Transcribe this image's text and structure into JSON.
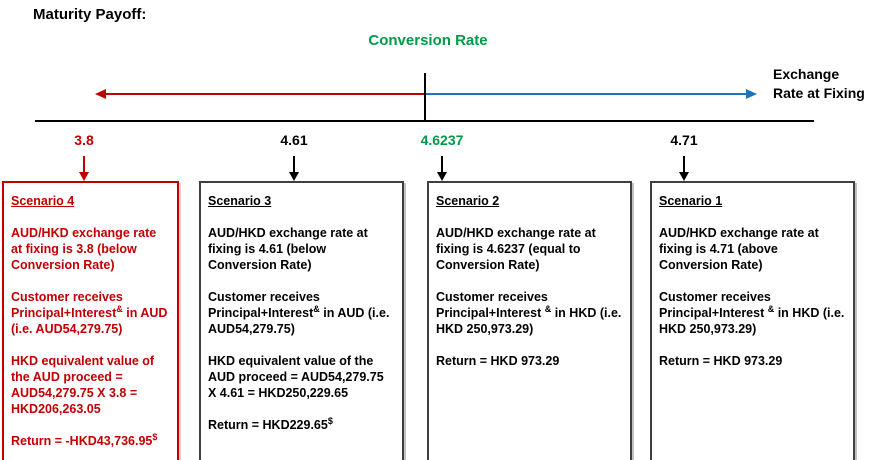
{
  "page": {
    "title": "Maturity Payoff:"
  },
  "colors": {
    "red": "#C00000",
    "green": "#009B48",
    "blue": "#1C75BC",
    "black": "#000000"
  },
  "axis": {
    "conversion_rate_label": "Conversion Rate",
    "exchange_rate_label": "Exchange\nRate at Fixing",
    "ticks": [
      {
        "value": "3.8",
        "color": "red"
      },
      {
        "value": "4.61",
        "color": "black"
      },
      {
        "value": "4.6237",
        "color": "green"
      },
      {
        "value": "4.71",
        "color": "black"
      }
    ]
  },
  "scenarios": [
    {
      "title": "Scenario 4",
      "theme": "red",
      "paragraphs": [
        [
          {
            "t": "AUD/HKD exchange rate at fixing is 3.8 (below Conversion Rate)"
          }
        ],
        [
          {
            "t": "Customer receives Principal+Interest"
          },
          {
            "sup": "&"
          },
          {
            "t": " in AUD (i.e. AUD54,279.75)"
          }
        ],
        [
          {
            "t": "HKD equivalent value of the AUD proceed = AUD54,279.75 X 3.8 = HKD206,263.05"
          }
        ],
        [
          {
            "t": "Return = -HKD43,736.95"
          },
          {
            "sup": "$"
          }
        ]
      ]
    },
    {
      "title": "Scenario 3",
      "theme": "black",
      "paragraphs": [
        [
          {
            "t": "AUD/HKD exchange rate at fixing is 4.61 (below Conversion Rate)"
          }
        ],
        [
          {
            "t": "Customer receives Principal+Interest"
          },
          {
            "sup": "&"
          },
          {
            "t": " in AUD (i.e. AUD54,279.75)"
          }
        ],
        [
          {
            "t": "HKD equivalent value of the AUD proceed = AUD54,279.75 X 4.61 = HKD250,229.65"
          }
        ],
        [
          {
            "t": "Return = HKD229.65"
          },
          {
            "sup": "$"
          }
        ]
      ]
    },
    {
      "title": "Scenario 2",
      "theme": "black",
      "paragraphs": [
        [
          {
            "t": "AUD/HKD exchange rate at fixing is 4.6237 (equal to Conversion Rate)"
          }
        ],
        [
          {
            "t": "Customer receives Principal+Interest "
          },
          {
            "sup": "&"
          },
          {
            "t": " in HKD (i.e. HKD 250,973.29)"
          }
        ],
        [
          {
            "t": "Return = HKD 973.29"
          }
        ]
      ]
    },
    {
      "title": "Scenario 1",
      "theme": "black",
      "paragraphs": [
        [
          {
            "t": "AUD/HKD exchange rate at fixing is 4.71 (above Conversion Rate)"
          }
        ],
        [
          {
            "t": "Customer receives Principal+Interest "
          },
          {
            "sup": "&"
          },
          {
            "t": " in HKD (i.e. HKD 250,973.29)"
          }
        ],
        [
          {
            "t": "Return = HKD 973.29"
          }
        ]
      ]
    }
  ]
}
